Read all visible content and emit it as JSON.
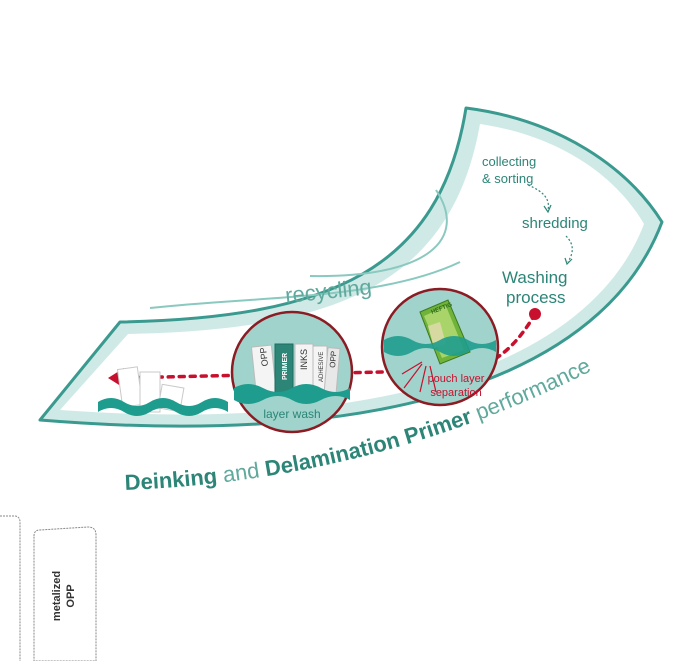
{
  "colors": {
    "teal": "#3a9a8f",
    "teal_dark": "#2f8a7e",
    "teal_light": "#cfeae6",
    "bubble_fill": "#9fd3cb",
    "red": "#c8102e",
    "wave": "#1e9c8e",
    "text_teal": "#2c8577"
  },
  "diagram": {
    "arc_label": "recycling",
    "steps": {
      "collecting_line1": "collecting",
      "collecting_line2": "& sorting",
      "shredding": "shredding",
      "washing_line1": "Washing",
      "washing_line2": "process"
    },
    "bubble_right": {
      "pouch_line1": "pouch layer",
      "pouch_line2": "separation",
      "pouch_brand": "HEFTIG"
    },
    "bubble_left": {
      "caption": "layer wash",
      "layers": [
        "OPP",
        "PRIMER",
        "INKS",
        "ADHESIVE",
        "OPP"
      ]
    },
    "tagline": {
      "word1": "Deinking",
      "word2": " and ",
      "word3": "Delamination Primer",
      "word4": " performance"
    }
  },
  "bottom_cards": {
    "card_label_line1": "metalized",
    "card_label_line2": "OPP"
  }
}
